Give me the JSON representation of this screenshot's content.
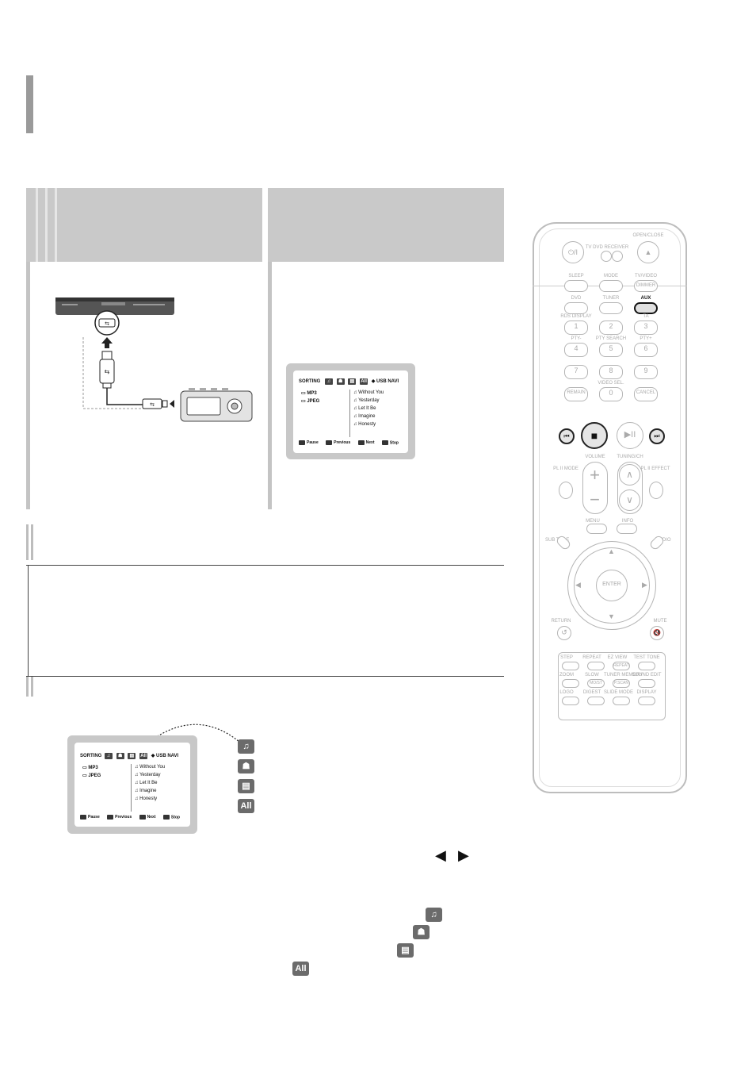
{
  "osd": {
    "sorting": "SORTING",
    "usb_navi": "USB NAVI",
    "all_label": "All",
    "folders": [
      "MP3",
      "JPEG"
    ],
    "songs": [
      "Without You",
      "Yesterday",
      "Let It Be",
      "Imagine",
      "Honesty"
    ],
    "footer": {
      "pause": "Pause",
      "previous": "Previous",
      "next": "Next",
      "stop": "Stop"
    }
  },
  "legend": {
    "all_label": "All"
  },
  "inline_icons": {
    "left_arrow": "◀",
    "right_arrow": "▶",
    "all_label": "All"
  },
  "remote": {
    "top": {
      "open_close": "OPEN/CLOSE",
      "tv": "TV",
      "dvd_receiver": "DVD RECEIVER"
    },
    "row1": [
      "SLEEP",
      "MODE",
      "TV/VIDEO"
    ],
    "row1_extra": "DIMMER",
    "row2": [
      "DVD",
      "TUNER",
      "AUX"
    ],
    "row2_labels": {
      "rds": "RDS DISPLAY",
      "ta": "TA"
    },
    "num_row1": [
      "1",
      "2",
      "3"
    ],
    "num_labels1": [
      "PTY-",
      "PTY SEARCH",
      "PTY+"
    ],
    "num_row2": [
      "4",
      "5",
      "6"
    ],
    "num_row3": [
      "7",
      "8",
      "9"
    ],
    "video_sel": "VIDEO SEL.",
    "num_row4": [
      "REMAIN",
      "0",
      "CANCEL"
    ],
    "volume": "VOLUME",
    "tuning": "TUNING/CH",
    "pl_mode": "PL II MODE",
    "pl_effect": "PL II EFFECT",
    "menu": "MENU",
    "info": "INFO",
    "sub_title": "SUB TITLE",
    "audio": "AUDIO",
    "enter": "ENTER",
    "return": "RETURN",
    "mute": "MUTE",
    "grid_labels": [
      "STEP",
      "REPEAT",
      "EZ VIEW",
      "TEST TONE",
      "ZOOM",
      "SLOW",
      "TUNER MEMORY",
      "SOUND EDIT",
      "LOGO",
      "DIGEST",
      "SLIDE MODE",
      "DISPLAY"
    ],
    "grid_sub": {
      "repeat": "REPEAT",
      "mo_st": "MO/ST",
      "p_scan": "P.SCAN"
    }
  },
  "colors": {
    "panel": "#c9c9c9",
    "accent_gray": "#9a9a9a",
    "dark_icon": "#6b6b6b"
  }
}
